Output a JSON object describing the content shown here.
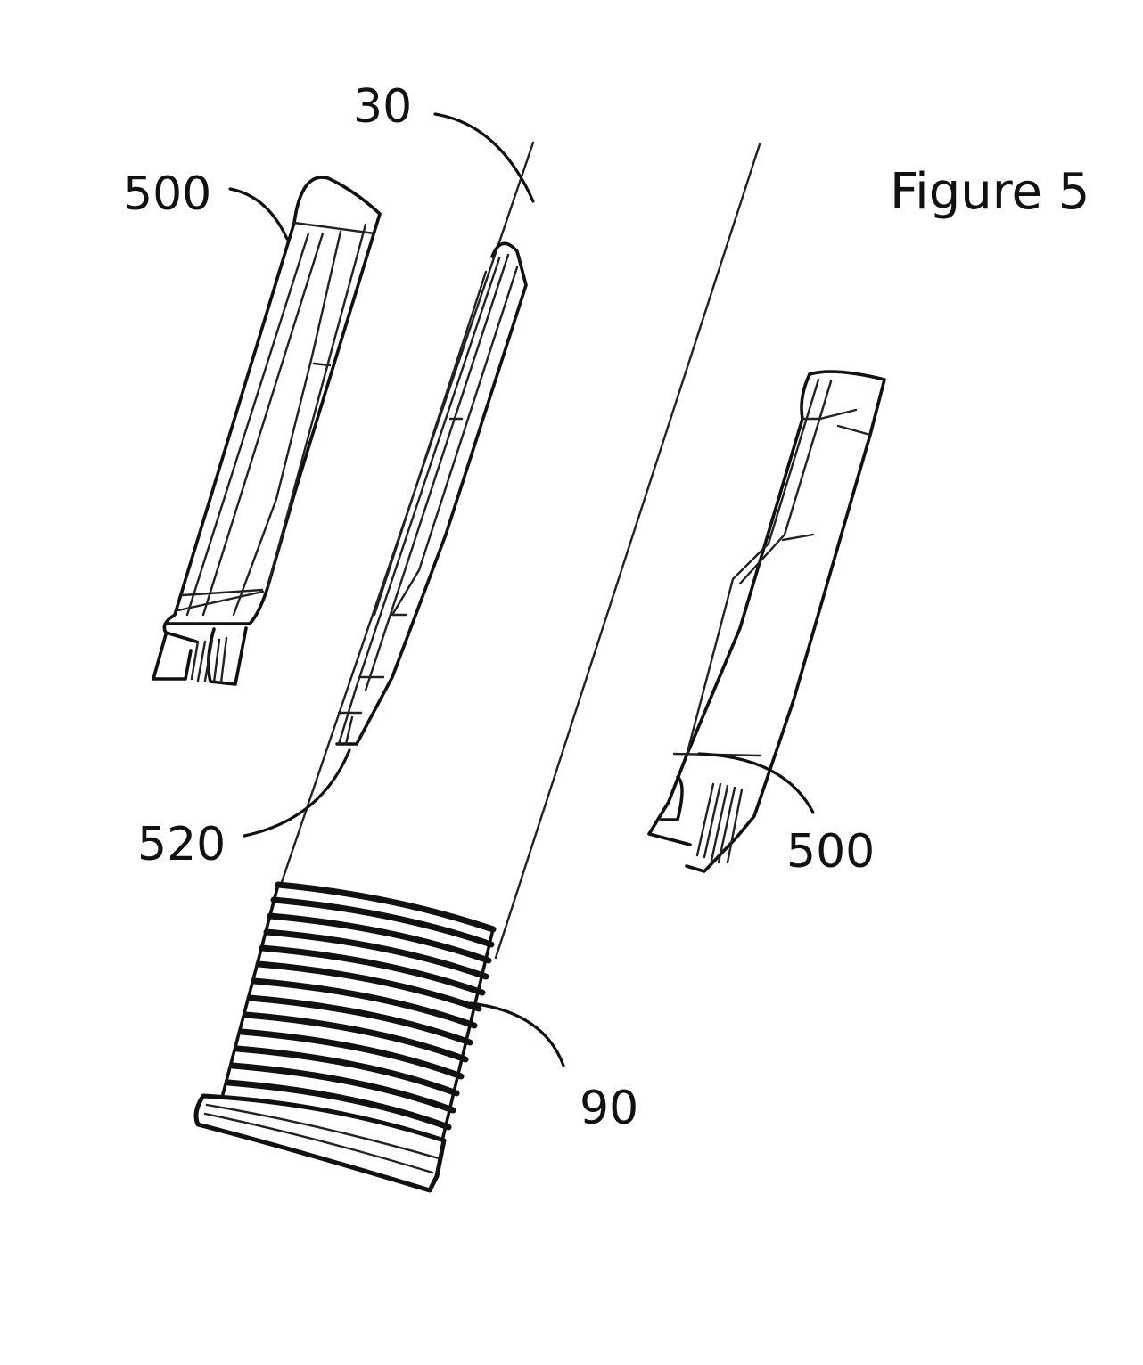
{
  "figure": {
    "title": "Figure 5",
    "labels": {
      "axis_30": "30",
      "insert_500_left": "500",
      "insert_500_right": "500",
      "slot_520": "520",
      "thread_90": "90"
    }
  }
}
